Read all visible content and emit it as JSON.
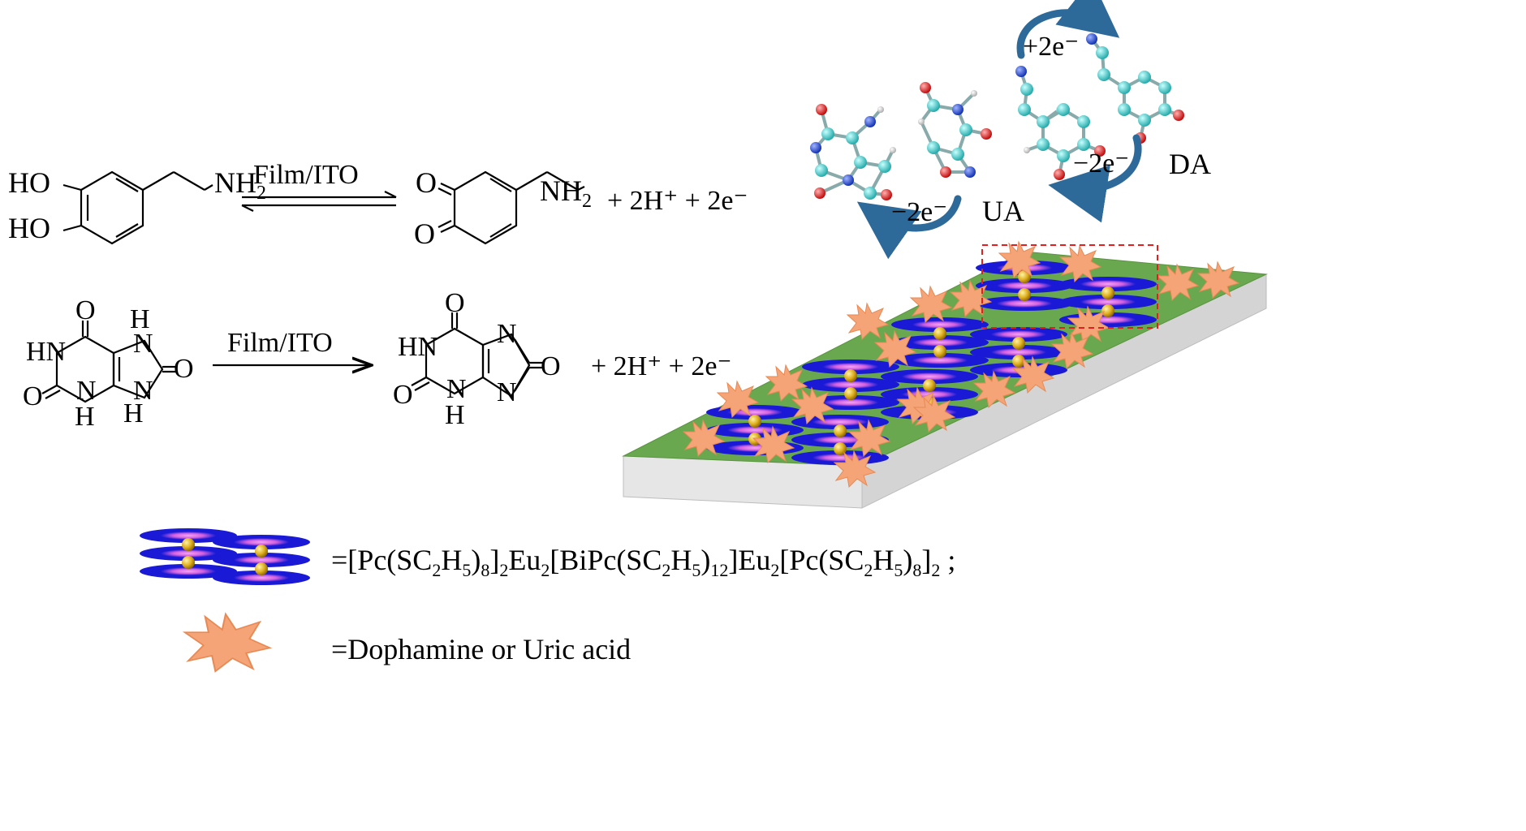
{
  "reaction_dopamine": {
    "reactant_substituent_top": "HO",
    "reactant_substituent_bottom": "HO",
    "side_chain": "NH",
    "side_chain_sub": "2",
    "condition": "Film/ITO",
    "product_oxo_top": "O",
    "product_oxo_bottom": "O",
    "product_side_chain": "NH",
    "product_side_chain_sub": "2",
    "byproducts": "+ 2H⁺ + 2e⁻"
  },
  "reaction_uric_acid": {
    "condition": "Film/ITO",
    "reactant_atoms": {
      "o_top": "O",
      "hn": "HN",
      "o_left": "O",
      "nh_bottom": "N",
      "h_bottom": "H",
      "h_top_right": "H",
      "n_top_right": "N",
      "n_right": "N",
      "o_right": "O",
      "n_bottom_right": "N",
      "h_bottom_right": "H"
    },
    "product_atoms": {
      "o_top": "O",
      "hn": "HN",
      "o_left": "O",
      "n_bottom": "N",
      "h_bottom": "H",
      "n_top_right": "N",
      "n_bottom_right": "N",
      "o_right": "O"
    },
    "byproducts": "+ 2H⁺ + 2e⁻"
  },
  "scheme_3d": {
    "electron_gain": "+2e⁻",
    "electron_loss_da": "−2e⁻",
    "electron_loss_ua": "−2e⁻",
    "label_da": "DA",
    "label_ua": "UA"
  },
  "legend": {
    "film_formula_parts": [
      "=[Pc(SC",
      "2",
      "H",
      "5",
      ")",
      "8",
      "]",
      "2",
      "Eu",
      "2",
      "[BiPc(SC",
      "2",
      "H",
      "5",
      ")",
      "12",
      "]Eu",
      "2",
      "[Pc(SC",
      "2",
      "H",
      "5",
      ")",
      "8",
      "]",
      "2",
      " ;"
    ],
    "analyte_text": "=Dophamine or Uric acid"
  },
  "colors": {
    "substrate_top": "#6aa84f",
    "substrate_side": "#e6e6e6",
    "disc_blue": "#1a1ad6",
    "disc_pink": "#e070e8",
    "metal_gold": "#e0b020",
    "analyte_orange": "#f4a476",
    "arrow_blue": "#2d6a9a",
    "atom_carbon": "#2ec4c4",
    "atom_oxygen": "#e01818",
    "atom_nitrogen": "#1c3fd6",
    "atom_hydrogen": "#dddddd",
    "selection_red": "#e02020"
  }
}
